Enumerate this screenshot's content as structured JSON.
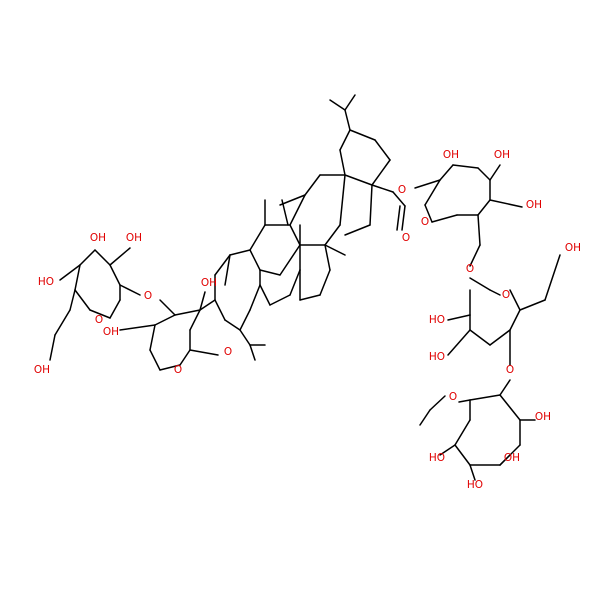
{
  "atom_color": "#e00000",
  "bond_color": "#000000",
  "background": "#ffffff",
  "labels": {
    "oh_1": "OH",
    "oh_2": "OH",
    "oh_3": "OH",
    "oh_4": "HO",
    "oh_5": "HO",
    "oh_6": "OH",
    "oh_7": "OH",
    "oh_8": "HO",
    "oh_9": "HO",
    "oh_10": "OH",
    "oh_11": "OH",
    "oh_12": "OH",
    "oh_13": "OH",
    "oh_14": "OH",
    "oh_15": "HO",
    "oh_16": "OH",
    "o_ring_1": "O",
    "o_ring_2": "O",
    "o_ring_3": "O",
    "o_ring_4": "O",
    "o_ring_5": "O",
    "o_link_1": "O",
    "o_link_2": "O",
    "o_link_3": "O",
    "o_link_4": "O",
    "o_link_5": "O",
    "o_ester": "O",
    "o_carbonyl": "O"
  }
}
